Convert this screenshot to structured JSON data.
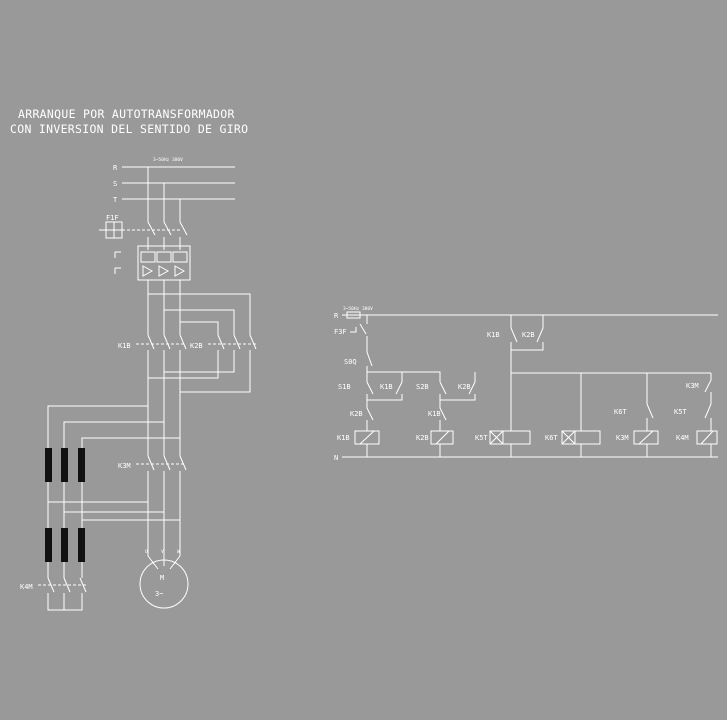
{
  "title": {
    "line1": "ARRANQUE POR AUTOTRANSFORMADOR",
    "line2": "CON INVERSION DEL SENTIDO DE GIRO"
  },
  "power": {
    "supply": "3~50Hz 380V",
    "phases": [
      "R",
      "S",
      "T"
    ],
    "fuse": "F1F",
    "contactor_main_fwd": "K1B",
    "contactor_main_rev": "K2B",
    "contactor_star": "K3M",
    "contactor_k4": "K4M",
    "motor_label": "M",
    "motor_type": "3~",
    "motor_terminals": [
      "U",
      "V",
      "W"
    ]
  },
  "control": {
    "supply": "3~50Hz 380V",
    "rail_top": "R",
    "rail_bottom": "N",
    "fuse": "F3F",
    "stop_button": "S0Q",
    "start_fwd": "S1B",
    "start_rev": "S2B",
    "fwd_self": "K1B",
    "rev_self": "K2B",
    "interlock_fwd": "K2B",
    "interlock_rev": "K1B",
    "top_k1": "K1B",
    "top_k2": "K2B",
    "coil_k1": "K1B",
    "coil_k2": "K2B",
    "timer_k5": "K5T",
    "timer_k6": "K6T",
    "k6_contact": "K6T",
    "k3_coil": "K3M",
    "k5_contact": "K5T",
    "k4_contact": "K3M",
    "k4_coil": "K4M"
  }
}
